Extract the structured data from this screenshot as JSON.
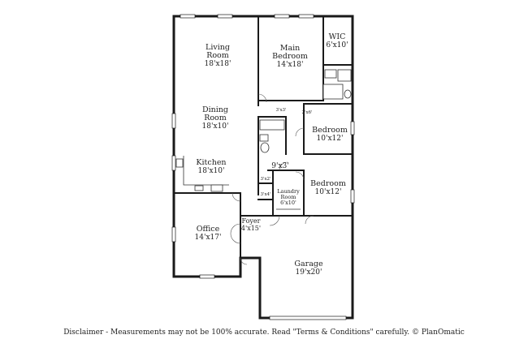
{
  "floor_plan": {
    "rooms": [
      {
        "id": "living-room",
        "name": "Living Room",
        "name_lines": [
          "Living",
          "Room"
        ],
        "size": "18'x18'"
      },
      {
        "id": "main-bedroom",
        "name": "Main Bedroom",
        "name_lines": [
          "Main",
          "Bedroom"
        ],
        "size": "14'x18'"
      },
      {
        "id": "wic",
        "name": "WIC",
        "name_lines": [
          "WIC"
        ],
        "size": "6'x10'"
      },
      {
        "id": "dining-room",
        "name": "Dining Room",
        "name_lines": [
          "Dining",
          "Room"
        ],
        "size": "18'x10'"
      },
      {
        "id": "bedroom-1",
        "name": "Bedroom",
        "name_lines": [
          "Bedroom"
        ],
        "size": "10'x12'"
      },
      {
        "id": "kitchen",
        "name": "Kitchen",
        "name_lines": [
          "Kitchen"
        ],
        "size": "18'x10'"
      },
      {
        "id": "hall",
        "name": "",
        "name_lines": [],
        "size": "9'x3'"
      },
      {
        "id": "bedroom-2",
        "name": "Bedroom",
        "name_lines": [
          "Bedroom"
        ],
        "size": "10'x12'"
      },
      {
        "id": "laundry-room",
        "name": "Laundry Room",
        "name_lines": [
          "Laundry",
          "Room"
        ],
        "size": "6'x10'"
      },
      {
        "id": "office",
        "name": "Office",
        "name_lines": [
          "Office"
        ],
        "size": "14'x17'"
      },
      {
        "id": "foyer",
        "name": "Foyer",
        "name_lines": [
          "Foyer"
        ],
        "size": "4'x15'"
      },
      {
        "id": "garage",
        "name": "Garage",
        "name_lines": [
          "Garage"
        ],
        "size": "19'x20'"
      }
    ],
    "closets": [
      {
        "id": "closet-main",
        "size": "3'x3'"
      },
      {
        "id": "closet-bath",
        "size": "2'x6'"
      },
      {
        "id": "closet-hall-1",
        "size": "3'x2'"
      },
      {
        "id": "closet-hall-2",
        "size": "3'x4'"
      }
    ]
  },
  "disclaimer": "Disclaimer - Measurements may not be 100% accurate. Read \"Terms & Conditions\" carefully. © PlanOmatic"
}
